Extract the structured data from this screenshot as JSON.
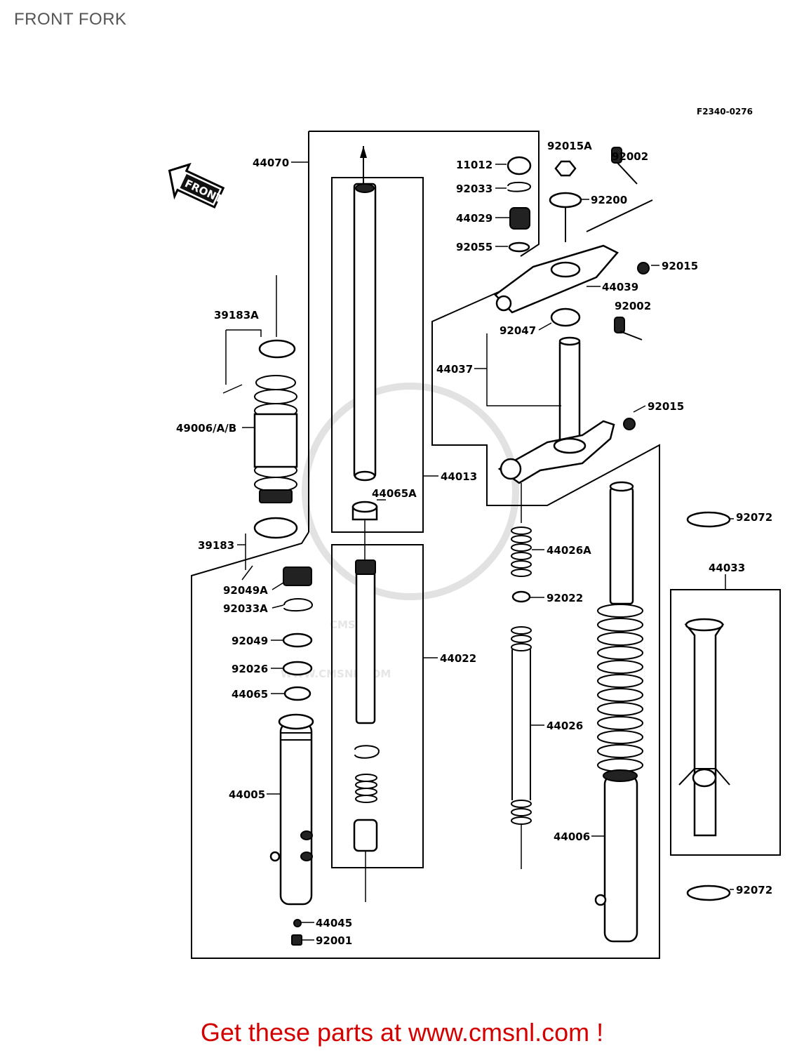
{
  "page": {
    "title": "FRONT FORK",
    "diagram_code": "F2340-0276",
    "promo": "Get these parts at www.cmsnl.com !"
  },
  "watermark": {
    "brand": "CMS",
    "url": "WWW.CMSNL.COM"
  },
  "front_arrow": {
    "label": "FRONT"
  },
  "parts": {
    "p11012": "11012",
    "p92015A": "92015A",
    "p92002a": "92002",
    "p92033": "92033",
    "p92200": "92200",
    "p44029": "44029",
    "p92055": "92055",
    "p92015a": "92015",
    "p44039": "44039",
    "p92002b": "92002",
    "p92047": "92047",
    "p44037": "44037",
    "p92015b": "92015",
    "p44070": "44070",
    "p39183A": "39183A",
    "p49006": "49006/A/B",
    "p44013": "44013",
    "p44065A": "44065A",
    "p39183": "39183",
    "p92049A": "92049A",
    "p92033A": "92033A",
    "p92049": "92049",
    "p92026": "92026",
    "p44065": "44065",
    "p44005": "44005",
    "p44045": "44045",
    "p92001": "92001",
    "p44022": "44022",
    "p44026A": "44026A",
    "p92022": "92022",
    "p44026": "44026",
    "p44006": "44006",
    "p92072a": "92072",
    "p44033": "44033",
    "p92072b": "92072"
  }
}
